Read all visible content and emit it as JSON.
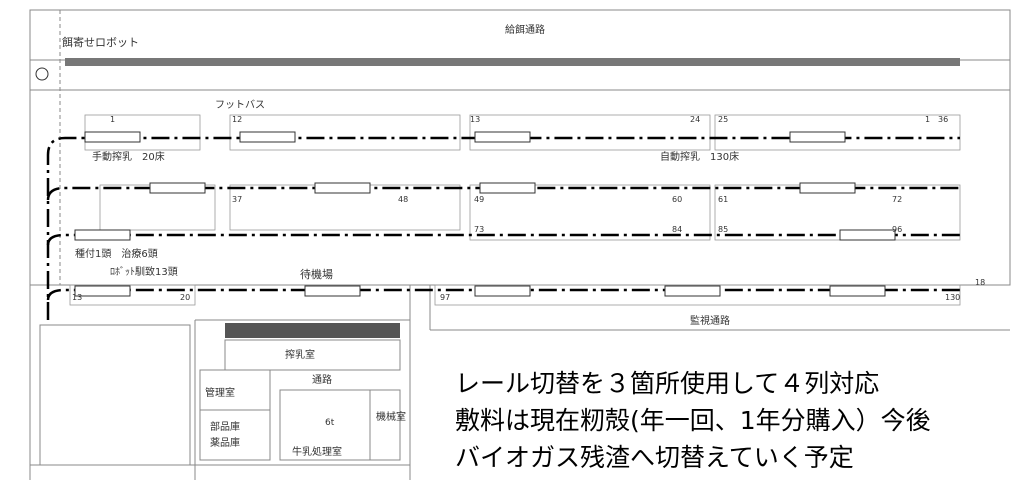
{
  "plan": {
    "feed_aisle": "給餌通路",
    "push_robot": "餌寄せロボット",
    "foot_bath": "フットバス",
    "manual_milking": "手動搾乳　20床",
    "auto_milking": "自動搾乳　130床",
    "calving_treatment": "種付1頭　治療6頭",
    "robot_acclimation": "ﾛﾎﾞｯﾄ馴致13頭",
    "waiting_area": "待機場",
    "monitor_aisle": "監視通路",
    "milking_room": "搾乳室",
    "passage": "通路",
    "management_room": "管理室",
    "parts_storage": "部品庫",
    "medicine_storage": "薬品庫",
    "milk_processing": "牛乳処理室",
    "machine_room": "機械室",
    "tank_capacity": "6t",
    "stall_numbers": [
      "1",
      "12",
      "13",
      "24",
      "25",
      "36",
      "37",
      "48",
      "49",
      "60",
      "61",
      "72",
      "73",
      "84",
      "85",
      "96",
      "13",
      "20",
      "97",
      "130",
      "1",
      "18"
    ]
  },
  "captions": {
    "line1": "レール切替を３箇所使用して４列対応",
    "line2": "敷料は現在籾殻(年一回、1年分購入）今後",
    "line3": "バイオガス残渣へ切替えていく予定"
  }
}
